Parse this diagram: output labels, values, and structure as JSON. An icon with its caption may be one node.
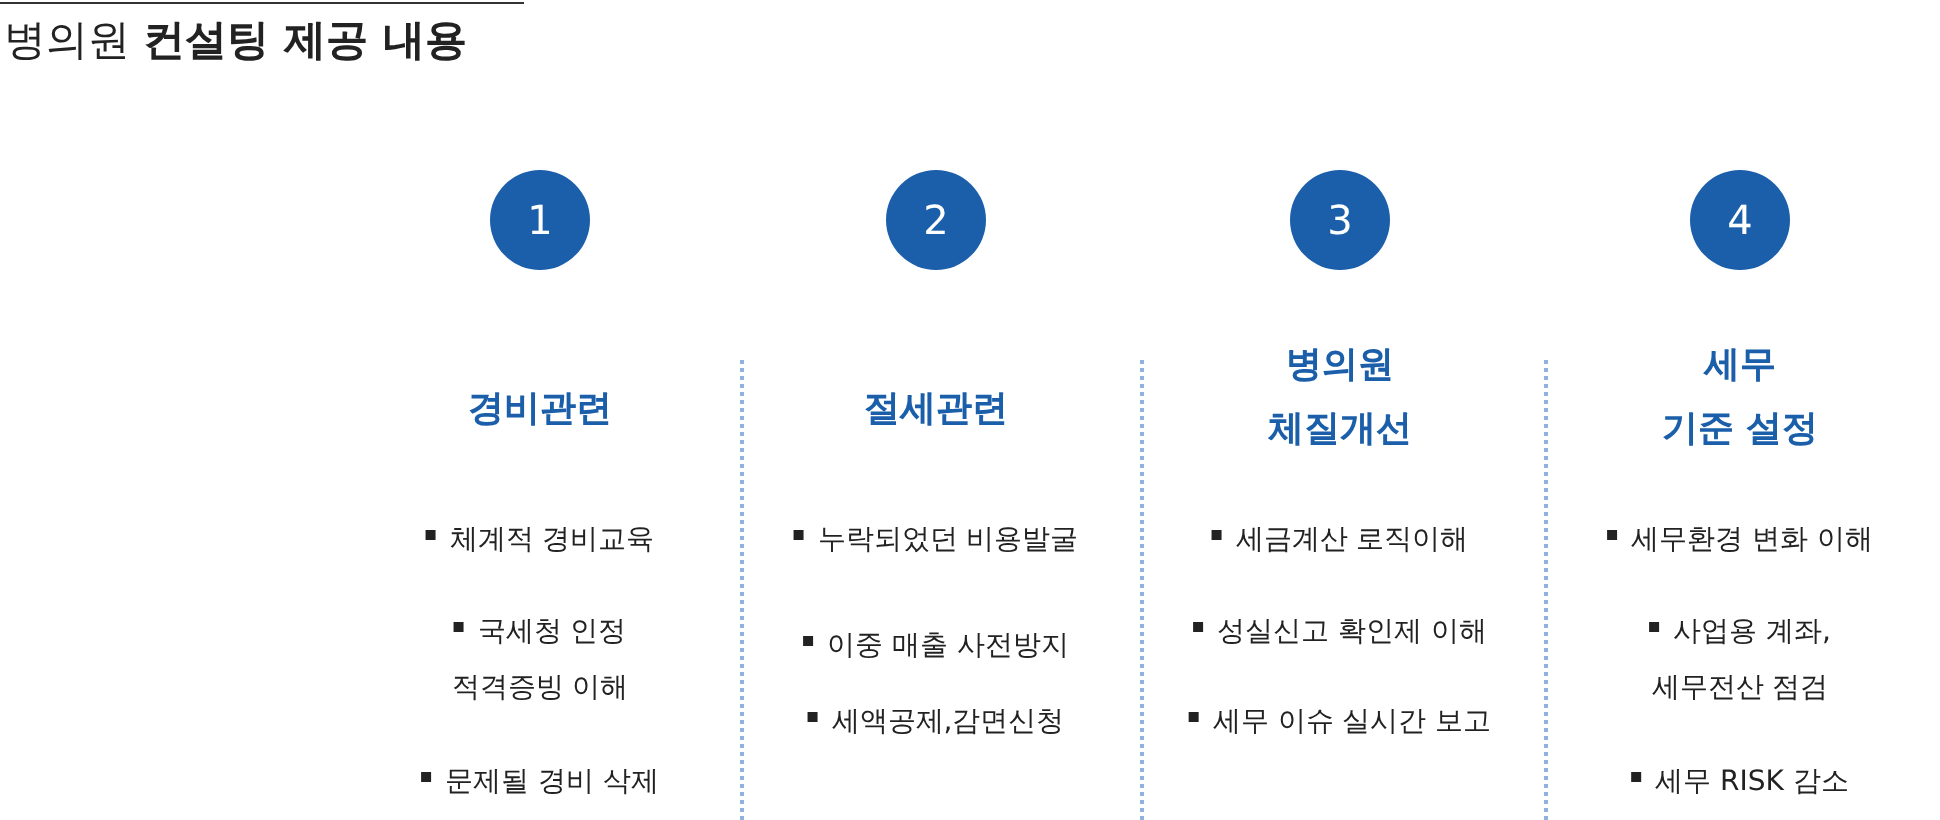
{
  "diagram": {
    "title": "병의원 **컨설팅 제공 내용**",
    "nodes": [
      {
        "text": [
          "1"
        ],
        "beside": [
          "경비관련"
        ]
      },
      {
        "text": [
          "2"
        ],
        "beside": [
          "절세관련"
        ]
      },
      {
        "text": [
          "3"
        ],
        "beside": [
          "병의원 체질개선"
        ]
      },
      {
        "text": [
          "4"
        ],
        "beside": [
          "세무 기준 설정"
        ]
      }
    ],
    "labels": [
      "체계적 경비교육",
      "국세청 인정 적격증빙 이해",
      "문제될 경비 삭제",
      "누락되었던 비용발굴",
      "이중 매출 사전방지",
      "세액공제,감면신청",
      "세금계산 로직이해",
      "성실신고 확인제 이해",
      "세무 이슈 실시간 보고",
      "세무환경 변화 이해",
      "사업용 계좌, 세무전산 점검",
      "세무 RISK 감소"
    ]
  }
}
